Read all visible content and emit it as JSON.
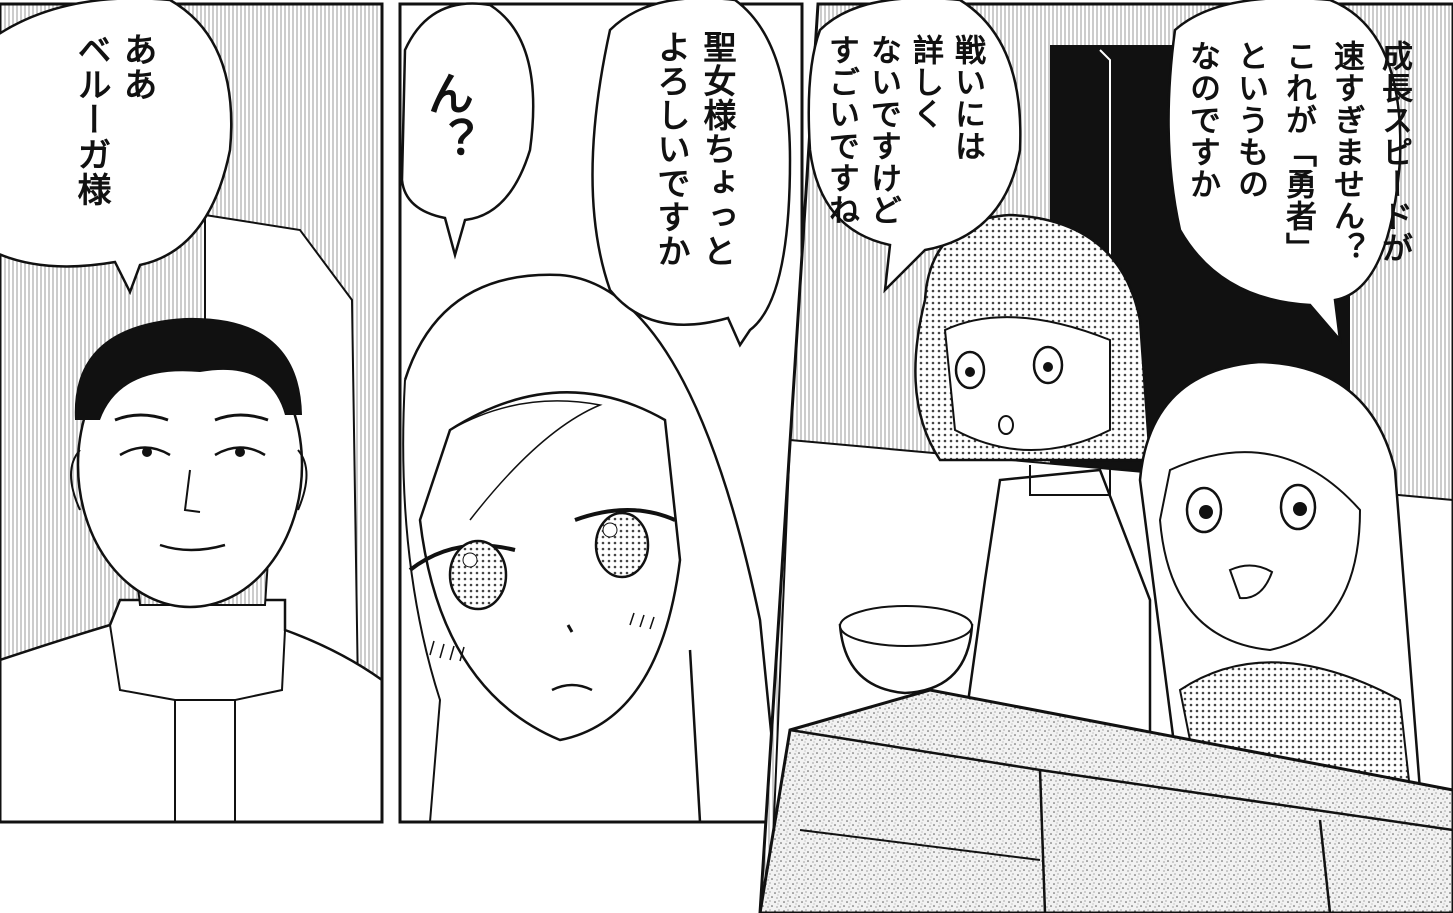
{
  "panels": {
    "left": {
      "bubble": "ああ\nベルーガ様"
    },
    "middle": {
      "bubble_small": "ん？",
      "bubble_large": "聖女様ちょっと\nよろしいですか"
    },
    "right": {
      "bubble_small": "戦いには\n詳しく\nないですけど\nすごいですね",
      "bubble_large": "成長スピードが\n速すぎません？\nこれが「勇者」\nというもの\nなのですか"
    }
  },
  "colors": {
    "ink": "#111111",
    "screen_tone": "#bdbdbd",
    "paper": "#ffffff"
  }
}
